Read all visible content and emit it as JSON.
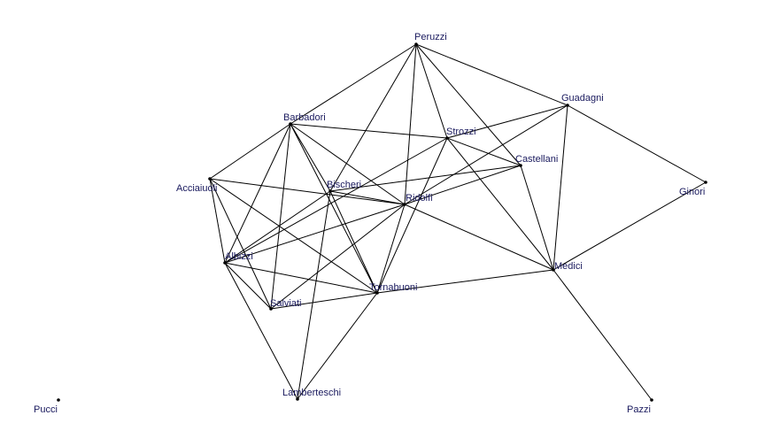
{
  "network": {
    "nodes": [
      {
        "id": "Peruzzi",
        "label": "Peruzzi"
      },
      {
        "id": "Guadagni",
        "label": "Guadagni"
      },
      {
        "id": "Ginori",
        "label": "Ginori"
      },
      {
        "id": "Strozzi",
        "label": "Strozzi"
      },
      {
        "id": "Castellani",
        "label": "Castellani"
      },
      {
        "id": "Ridolfi",
        "label": "Ridolfi"
      },
      {
        "id": "Medici",
        "label": "Medici"
      },
      {
        "id": "Barbadori",
        "label": "Barbadori"
      },
      {
        "id": "Acciaiuoli",
        "label": "Acciaiuoli"
      },
      {
        "id": "Bischeri",
        "label": "Bischeri"
      },
      {
        "id": "Albizzi",
        "label": "Albizzi"
      },
      {
        "id": "Salviati",
        "label": "Salviati"
      },
      {
        "id": "Tornabuoni",
        "label": "Tornabuoni"
      },
      {
        "id": "Lamberteschi",
        "label": "Lamberteschi"
      },
      {
        "id": "Pucci",
        "label": "Pucci"
      },
      {
        "id": "Pazzi",
        "label": "Pazzi"
      }
    ],
    "edges": [
      [
        "Peruzzi",
        "Barbadori"
      ],
      [
        "Peruzzi",
        "Bischeri"
      ],
      [
        "Peruzzi",
        "Ridolfi"
      ],
      [
        "Peruzzi",
        "Strozzi"
      ],
      [
        "Peruzzi",
        "Castellani"
      ],
      [
        "Peruzzi",
        "Guadagni"
      ],
      [
        "Guadagni",
        "Ginori"
      ],
      [
        "Guadagni",
        "Medici"
      ],
      [
        "Guadagni",
        "Strozzi"
      ],
      [
        "Guadagni",
        "Ridolfi"
      ],
      [
        "Ginori",
        "Medici"
      ],
      [
        "Medici",
        "Pazzi"
      ],
      [
        "Medici",
        "Castellani"
      ],
      [
        "Medici",
        "Tornabuoni"
      ],
      [
        "Medici",
        "Ridolfi"
      ],
      [
        "Medici",
        "Strozzi"
      ],
      [
        "Strozzi",
        "Barbadori"
      ],
      [
        "Strozzi",
        "Castellani"
      ],
      [
        "Strozzi",
        "Tornabuoni"
      ],
      [
        "Strozzi",
        "Albizzi"
      ],
      [
        "Castellani",
        "Bischeri"
      ],
      [
        "Castellani",
        "Ridolfi"
      ],
      [
        "Barbadori",
        "Acciaiuoli"
      ],
      [
        "Barbadori",
        "Albizzi"
      ],
      [
        "Barbadori",
        "Salviati"
      ],
      [
        "Barbadori",
        "Tornabuoni"
      ],
      [
        "Barbadori",
        "Ridolfi"
      ],
      [
        "Barbadori",
        "Bischeri"
      ],
      [
        "Acciaiuoli",
        "Ridolfi"
      ],
      [
        "Acciaiuoli",
        "Albizzi"
      ],
      [
        "Acciaiuoli",
        "Salviati"
      ],
      [
        "Acciaiuoli",
        "Tornabuoni"
      ],
      [
        "Bischeri",
        "Ridolfi"
      ],
      [
        "Bischeri",
        "Tornabuoni"
      ],
      [
        "Bischeri",
        "Lamberteschi"
      ],
      [
        "Bischeri",
        "Albizzi"
      ],
      [
        "Ridolfi",
        "Albizzi"
      ],
      [
        "Ridolfi",
        "Salviati"
      ],
      [
        "Ridolfi",
        "Tornabuoni"
      ],
      [
        "Albizzi",
        "Salviati"
      ],
      [
        "Albizzi",
        "Tornabuoni"
      ],
      [
        "Albizzi",
        "Lamberteschi"
      ],
      [
        "Salviati",
        "Tornabuoni"
      ],
      [
        "Tornabuoni",
        "Lamberteschi"
      ]
    ]
  }
}
